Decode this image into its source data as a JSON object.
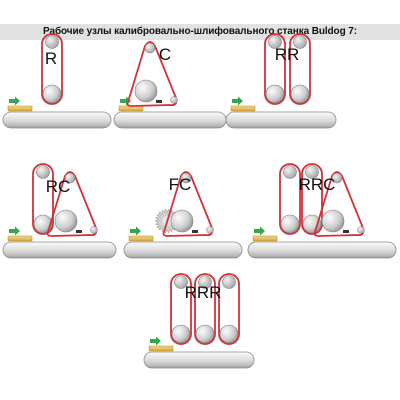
{
  "title": "Рабочие узлы калибровально-шлифовального станка Buldog 7:",
  "colors": {
    "belt": "#d2313a",
    "roller_light": "#f7f7f7",
    "roller_dark": "#8c8c8c",
    "conveyor_light": "#fbfbfb",
    "conveyor_dark": "#a8a8a8",
    "workpiece": "#e8c86a",
    "arrow": "#35a84a",
    "title_bar": "#e2e2e2"
  },
  "units": [
    {
      "label": "R",
      "heads": [
        "R"
      ]
    },
    {
      "label": "C",
      "heads": [
        "C"
      ]
    },
    {
      "label": "RR",
      "heads": [
        "R",
        "R"
      ]
    },
    {
      "label": "RC",
      "heads": [
        "R",
        "C"
      ]
    },
    {
      "label": "FC",
      "heads": [
        "F",
        "C"
      ]
    },
    {
      "label": "RRC",
      "heads": [
        "R",
        "R",
        "C"
      ]
    },
    {
      "label": "RRR",
      "heads": [
        "R",
        "R",
        "R"
      ]
    }
  ]
}
